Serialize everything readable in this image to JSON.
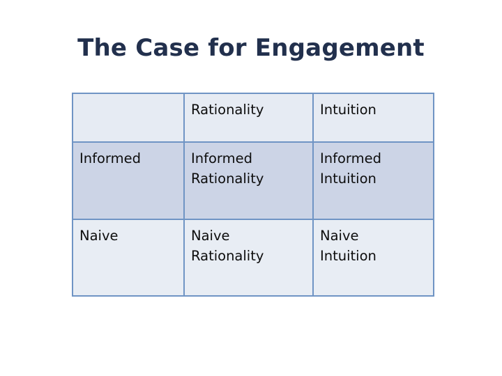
{
  "slide": {
    "title": "The Case for Engagement",
    "title_color": "#22304d",
    "background_color": "#ffffff"
  },
  "table": {
    "border_color": "#6f94c4",
    "header_bg": "#e6ebf3",
    "row_informed_bg": "#ccd4e6",
    "row_naive_bg": "#e8edf4",
    "text_color": "#0d0d0d",
    "column_headers": [
      "",
      "Rationality",
      "Intuition"
    ],
    "rows": [
      {
        "row_header": "Informed",
        "cells": [
          {
            "line1": "Informed",
            "line2": "Rationality"
          },
          {
            "line1": "Informed",
            "line2": "Intuition"
          }
        ]
      },
      {
        "row_header": "Naive",
        "cells": [
          {
            "line1": "Naive",
            "line2": "Rationality"
          },
          {
            "line1": "Naive",
            "line2": "Intuition"
          }
        ]
      }
    ]
  }
}
